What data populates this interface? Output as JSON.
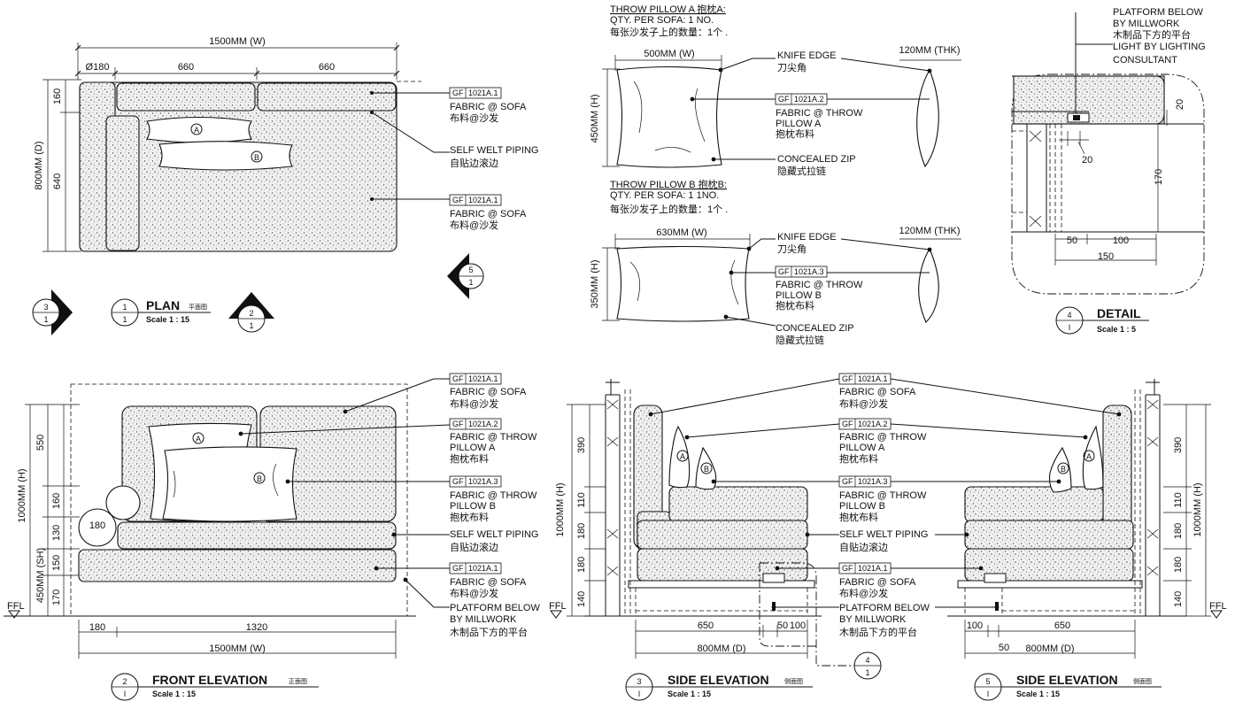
{
  "plan": {
    "dim_total_w": "1500MM (W)",
    "dim_seg_a": "Ø180",
    "dim_seg_b": "660",
    "dim_seg_c": "660",
    "dim_total_d": "800MM (D)",
    "dim_d1": "160",
    "dim_d2": "640",
    "title": "PLAN",
    "title_cn": "平面图",
    "scale": "Scale 1 : 15",
    "marker_num": "1",
    "marker_sub": "1",
    "arrow3_num": "3",
    "arrow3_sub": "1",
    "arrow2_num": "2",
    "arrow2_sub": "1",
    "arrow5_num": "5",
    "arrow5_sub": "1",
    "pillow_a": "A",
    "pillow_b": "B"
  },
  "plan_callouts": [
    {
      "tag": "GF",
      "code": "1021A.1",
      "text": "FABRIC @ SOFA",
      "cn": "布料@沙发"
    },
    {
      "tag": "",
      "code": "",
      "text": "SELF WELT PIPING",
      "cn": "自贴边滚边"
    },
    {
      "tag": "GF",
      "code": "1021A.1",
      "text": "FABRIC @ SOFA",
      "cn": "布料@沙发"
    }
  ],
  "pillow_a": {
    "heading": "THROW PILLOW A 抱枕A:",
    "qty": "QTY. PER SOFA: 1 NO.",
    "qty_cn": "每张沙发子上的数量：1个 .",
    "w": "500MM (W)",
    "h": "450MM (H)",
    "thk": "120MM (THK)",
    "knife": "KNIFE EDGE",
    "knife_cn": "刀尖角",
    "tag": "GF",
    "code": "1021A.2",
    "fabric1": "FABRIC @ THROW",
    "fabric2": "PILLOW A",
    "fabric_cn": "抱枕布料",
    "zip": "CONCEALED ZIP",
    "zip_cn": "隐藏式拉链"
  },
  "pillow_b": {
    "heading": "THROW PILLOW B 抱枕B:",
    "qty": "QTY. PER SOFA: 1 1NO.",
    "qty_cn": "每张沙发子上的数量：1个 .",
    "w": "630MM (W)",
    "h": "350MM (H)",
    "thk": "120MM (THK)",
    "knife": "KNIFE EDGE",
    "knife_cn": "刀尖角",
    "tag": "GF",
    "code": "1021A.3",
    "fabric1": "FABRIC @ THROW",
    "fabric2": "PILLOW B",
    "fabric_cn": "抱枕布料",
    "zip": "CONCEALED ZIP",
    "zip_cn": "隐藏式拉链"
  },
  "detail": {
    "note1": "PLATFORM BELOW",
    "note2": "BY MILLWORK",
    "note_cn": "木制品下方的平台",
    "light1": "LIGHT BY LIGHTING",
    "light2": "CONSULTANT",
    "d20a": "20",
    "d20b": "20",
    "d170": "170",
    "d50": "50",
    "d100": "100",
    "d150": "150",
    "title": "DETAIL",
    "scale": "Scale 1 : 5",
    "num": "4",
    "sub": "I"
  },
  "front": {
    "d550": "550",
    "d160": "160",
    "d130": "130",
    "d150": "150",
    "d170": "170",
    "dh": "1000MM (H)",
    "dsh": "450MM (SH)",
    "d180": "180",
    "d180b": "180",
    "d1320": "1320",
    "dw": "1500MM (W)",
    "ffl": "FFL",
    "title": "FRONT ELEVATION",
    "title_cn": "正面图",
    "scale": "Scale 1 : 15",
    "num": "2",
    "sub": "I",
    "pa": "A",
    "pb": "B"
  },
  "center_callouts": [
    {
      "tag": "GF",
      "code": "1021A.1",
      "l1": "FABRIC @ SOFA",
      "l2": "",
      "cn": "布料@沙发"
    },
    {
      "tag": "GF",
      "code": "1021A.2",
      "l1": "FABRIC @ THROW",
      "l2": "PILLOW A",
      "cn": "抱枕布料"
    },
    {
      "tag": "GF",
      "code": "1021A.3",
      "l1": "FABRIC @ THROW",
      "l2": "PILLOW B",
      "cn": "抱枕布料"
    },
    {
      "tag": "",
      "code": "",
      "l1": "SELF WELT PIPING",
      "l2": "",
      "cn": "自贴边滚边"
    },
    {
      "tag": "GF",
      "code": "1021A.1",
      "l1": "FABRIC @ SOFA",
      "l2": "",
      "cn": "布料@沙发"
    },
    {
      "tag": "",
      "code": "",
      "l1": "PLATFORM BELOW",
      "l2": "BY MILLWORK",
      "cn": "木制品下方的平台"
    }
  ],
  "side_callouts": [
    {
      "tag": "GF",
      "code": "1021A.1",
      "l1": "FABRIC @ SOFA",
      "l2": "",
      "cn": "布料@沙发"
    },
    {
      "tag": "GF",
      "code": "1021A.2",
      "l1": "FABRIC @ THROW",
      "l2": "PILLOW A",
      "cn": "抱枕布料"
    },
    {
      "tag": "GF",
      "code": "1021A.3",
      "l1": "FABRIC @ THROW",
      "l2": "PILLOW B",
      "cn": "抱枕布料"
    },
    {
      "tag": "",
      "code": "",
      "l1": "SELF WELT PIPING",
      "l2": "",
      "cn": "自贴边滚边"
    },
    {
      "tag": "GF",
      "code": "1021A.1",
      "l1": "FABRIC @ SOFA",
      "l2": "",
      "cn": "布料@沙发"
    },
    {
      "tag": "",
      "code": "",
      "l1": "PLATFORM BELOW",
      "l2": "BY MILLWORK",
      "cn": "木制品下方的平台"
    }
  ],
  "side3": {
    "d390": "390",
    "d110": "110",
    "d180a": "180",
    "d180b": "180",
    "d140": "140",
    "dh": "1000MM (H)",
    "d650": "650",
    "d50": "50",
    "d100": "100",
    "dd": "800MM (D)",
    "ffl": "FFL",
    "title": "SIDE ELEVATION",
    "title_cn": "侧面图",
    "scale": "Scale 1 : 15",
    "num": "3",
    "sub": "I",
    "pa": "A",
    "pb": "B",
    "det_num": "4",
    "det_sub": "1"
  },
  "side5": {
    "d390": "390",
    "d110": "110",
    "d180a": "180",
    "d180b": "180",
    "d140": "140",
    "dh": "1000MM (H)",
    "d100": "100",
    "d50": "50",
    "d650": "650",
    "dd": "800MM (D)",
    "ffl": "FFL",
    "title": "SIDE ELEVATION",
    "title_cn": "侧面图",
    "scale": "Scale 1 : 15",
    "num": "5",
    "sub": "I",
    "pa": "A",
    "pb": "B"
  }
}
